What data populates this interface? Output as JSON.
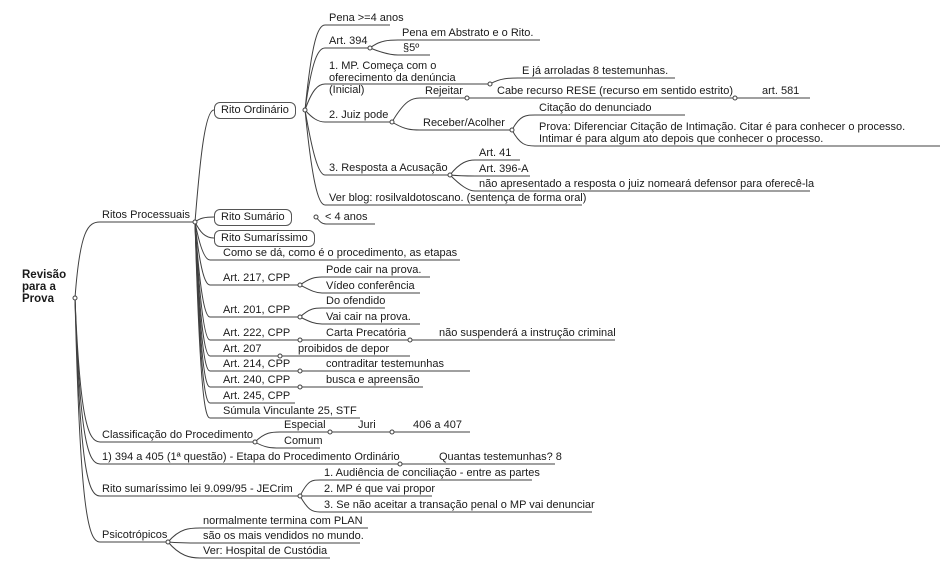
{
  "root": "Revisão para a Prova",
  "branches": {
    "ritos": {
      "label": "Ritos Processuais",
      "ordinario": {
        "label": "Rito Ordinário",
        "pena": "Pena >=4 anos",
        "art394": "Art. 394",
        "art394_abstrato": "Pena em Abstrato e o Rito.",
        "art394_par5": "§5º",
        "mp": "1. MP. Começa com o oferecimento da denúncia (Inicial)",
        "mp_child": "E já arroladas 8 testemunhas.",
        "juiz": "2. Juiz pode",
        "rejeitar": "Rejeitar",
        "rese": "Cabe recurso RESE (recurso em sentido estrito)",
        "art581": "art. 581",
        "receber": "Receber/Acolher",
        "citacao": "Citação do denunciado",
        "prova": "Prova: Diferenciar Citação de Intimação. Citar é para conhecer o processo. Intimar é para algum ato depois que conhecer o processo.",
        "resposta": "3. Resposta a Acusação",
        "art41": "Art. 41",
        "art396": "Art. 396-A",
        "nao_apresentado": "não apresentado a resposta o juiz nomeará defensor para oferecê-la",
        "blog": "Ver blog: rosilvaldotoscano. (sentença de forma oral)"
      },
      "sumario": {
        "label": "Rito Sumário",
        "child": "< 4 anos"
      },
      "sumarissimo": "Rito Sumaríssimo",
      "como": "Como se dá, como é o procedimento, as etapas",
      "art217": {
        "label": "Art. 217, CPP",
        "c1": "Pode cair na prova.",
        "c2": "Vídeo conferência"
      },
      "art201": {
        "label": "Art. 201, CPP",
        "c1": "Do ofendido",
        "c2": "Vai cair na prova."
      },
      "art222": {
        "label": "Art. 222, CPP",
        "c1": "Carta Precatória",
        "c2": "não suspenderá a instrução criminal"
      },
      "art207": {
        "label": "Art. 207",
        "c1": "proibidos de depor"
      },
      "art214": {
        "label": "Art. 214, CPP",
        "c1": "contraditar testemunhas"
      },
      "art240": {
        "label": "Art. 240, CPP",
        "c1": "busca e apreensão"
      },
      "art245": "Art. 245, CPP",
      "sumula": "Súmula Vinculante 25, STF"
    },
    "classificacao": {
      "label": "Classificação do Procedimento",
      "especial": "Especial",
      "juri": "Juri",
      "juri_arts": "406 a 407",
      "comum": "Comum"
    },
    "etapa": {
      "label": "1) 394 a 405 (1ª questão) - Etapa do Procedimento Ordinário",
      "child": "Quantas testemunhas? 8"
    },
    "jecrim": {
      "label": "Rito sumaríssimo lei 9.099/95 - JECrim",
      "c1": "1. Audiência de conciliação - entre as partes",
      "c2": "2. MP é que vai propor",
      "c3": "3. Se não aceitar a transação penal o MP vai denunciar"
    },
    "psico": {
      "label": "Psicotrópicos",
      "c1": "normalmente termina com PLAN",
      "c2": "são os mais vendidos no mundo.",
      "c3": "Ver: Hospital de Custódia"
    }
  },
  "colors": {
    "line": "#404040",
    "text": "#1a1a1a",
    "background": "#ffffff"
  }
}
